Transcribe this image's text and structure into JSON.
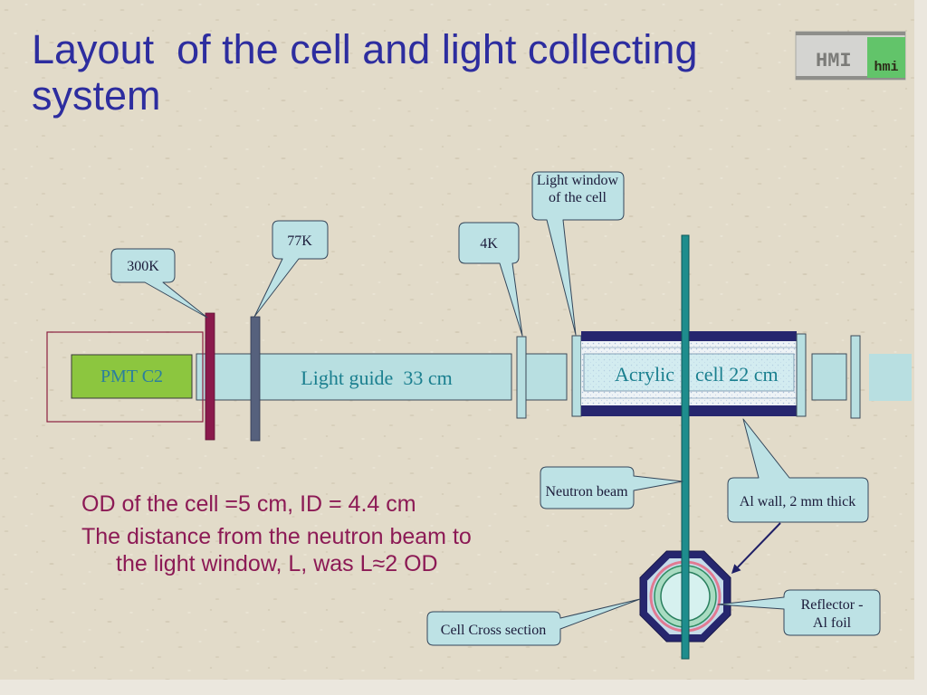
{
  "slide": {
    "title_lines": [
      "Layout  of the cell and light collecting",
      "system"
    ]
  },
  "logo": {
    "left_text": "HMI",
    "right_text": "hmi"
  },
  "diagram": {
    "pmt": "PMT C2",
    "light_guide": "Light guide  33 cm",
    "cell_text": [
      "Acrylic",
      "cell 22 cm"
    ],
    "callouts": {
      "temp_300k": "300K",
      "temp_77k": "77K",
      "temp_4k": "4K",
      "light_window": [
        "Light window",
        "of the cell"
      ],
      "neutron_beam": "Neutron beam",
      "al_wall": "Al wall, 2 mm thick",
      "reflector": [
        "Reflector -",
        "Al foil"
      ],
      "cross_section": "Cell Cross section"
    }
  },
  "notes": [
    "OD of the cell =5 cm, ID = 4.4 cm",
    "The distance from the neutron beam to",
    "the light window, L, was L≈2 OD"
  ],
  "colors": {
    "background": "#e2dbc9",
    "title": "#2d2d9f",
    "notes": "#8c1a55",
    "callout_fill": "#bde2e5",
    "light_guide_fill": "#b8dfe1",
    "pmt_fill": "#8cc63f",
    "bar_300k": "#8a1a4c",
    "bar_77k": "#56617d",
    "cell_band": "#26266e",
    "beam": "#1e8d8d",
    "outline_box": "#8b2040",
    "label_teal": "#1a7f8f"
  }
}
